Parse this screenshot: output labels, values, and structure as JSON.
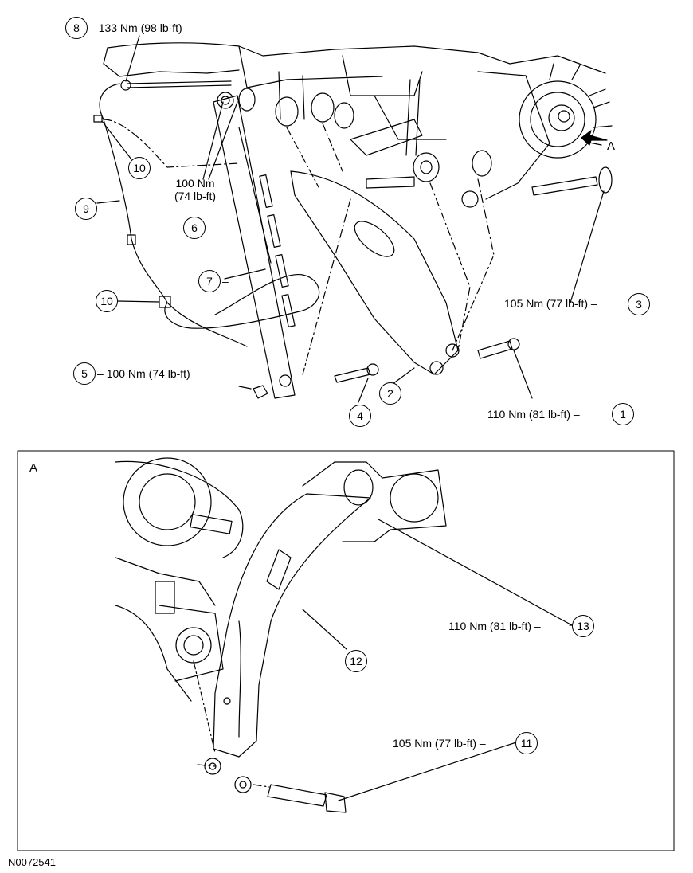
{
  "top_view": {
    "callouts": [
      {
        "id": "c1",
        "number": "1",
        "torque": "110 Nm (81 lb-ft)"
      },
      {
        "id": "c2",
        "number": "2"
      },
      {
        "id": "c3",
        "number": "3",
        "torque": "105 Nm (77 lb-ft)"
      },
      {
        "id": "c4",
        "number": "4"
      },
      {
        "id": "c5",
        "number": "5",
        "torque": "100 Nm (74 lb-ft)"
      },
      {
        "id": "c6",
        "number": "6",
        "torque_line1": "100 Nm",
        "torque_line2": "(74 lb-ft)"
      },
      {
        "id": "c7",
        "number": "7"
      },
      {
        "id": "c8",
        "number": "8",
        "torque": "133 Nm (98 lb-ft)"
      },
      {
        "id": "c9",
        "number": "9"
      },
      {
        "id": "c10a",
        "number": "10"
      },
      {
        "id": "c10b",
        "number": "10"
      }
    ],
    "view_arrow_label": "A"
  },
  "detail_view": {
    "title": "A",
    "callouts": [
      {
        "id": "c11",
        "number": "11",
        "torque": "105 Nm (77 lb-ft)"
      },
      {
        "id": "c12",
        "number": "12"
      },
      {
        "id": "c13",
        "number": "13",
        "torque": "110 Nm (81 lb-ft)"
      }
    ]
  },
  "figure_id": "N0072541"
}
